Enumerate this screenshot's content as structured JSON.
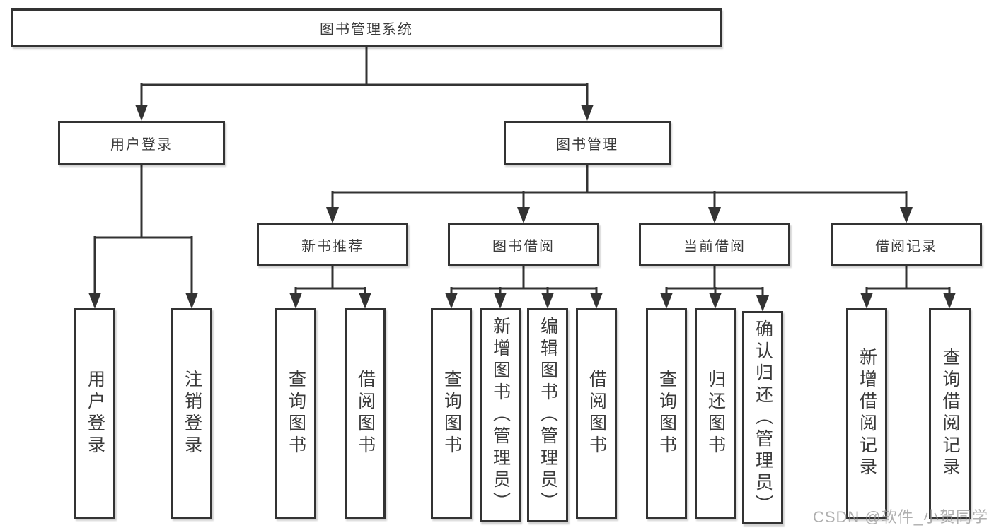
{
  "tree": {
    "label": "图书管理系统",
    "children": [
      {
        "label": "用户登录",
        "children": [
          {
            "label": "用户登录"
          },
          {
            "label": "注销登录"
          }
        ]
      },
      {
        "label": "图书管理",
        "children": [
          {
            "label": "新书推荐",
            "children": [
              {
                "label": "查询图书"
              },
              {
                "label": "借阅图书"
              }
            ]
          },
          {
            "label": "图书借阅",
            "children": [
              {
                "label": "查询图书"
              },
              {
                "label": "新增图书（管理员）"
              },
              {
                "label": "编辑图书（管理员）"
              },
              {
                "label": "借阅图书"
              }
            ]
          },
          {
            "label": "当前借阅",
            "children": [
              {
                "label": "查询图书"
              },
              {
                "label": "归还图书"
              },
              {
                "label": "确认归还（管理员）"
              }
            ]
          },
          {
            "label": "借阅记录",
            "children": [
              {
                "label": "新增借阅记录"
              },
              {
                "label": "查询借阅记录"
              }
            ]
          }
        ]
      }
    ]
  },
  "watermark": "CSDN @软件_小贺同学",
  "colors": {
    "line": "#333333",
    "box_border": "#333333",
    "box_background": "#ffffff",
    "text": "#3a3a3a",
    "watermark": "#949494"
  }
}
